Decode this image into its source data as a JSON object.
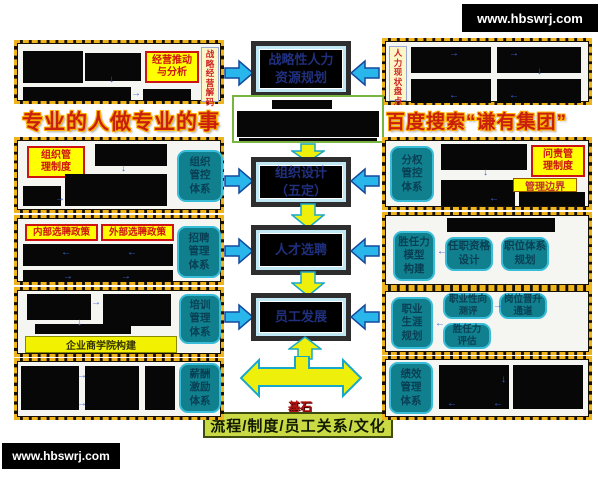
{
  "site": {
    "url": "www.hbswrj.com"
  },
  "slogans": {
    "left": "专业的人做专业的事",
    "right": "百度搜索“谦有集团”"
  },
  "flow": {
    "step1": "战略性人力\n资源规划",
    "step2": "组织设计\n（五定）",
    "step3": "人才选聘",
    "step4": "员工发展",
    "foundation_caption": "基石",
    "foundation_bar": "流程/制度/员工关系/文化"
  },
  "panels": {
    "strategy": {
      "badge": "经营推动\n与分析",
      "strip": "战\n略\n经\n营\n解\n码"
    },
    "hr_inventory": {
      "strip": "人\n力\n现\n状\n盘\n点"
    },
    "organization": {
      "badge": "组织管\n理制度",
      "pill": "组织\n管控\n体系"
    },
    "accountability": {
      "pill": "分权\n管控\n体系",
      "badge": "问责管\n理制度",
      "tag": "管理边界"
    },
    "recruiting": {
      "badge_internal": "内部选聘政策",
      "badge_external": "外部选聘政策",
      "pill": "招聘\n管理\n体系"
    },
    "qualification": {
      "pill_competency": "胜任力\n模型\n构建",
      "pill_qualification": "任职资格\n设计",
      "pill_position": "职位体系\n规划"
    },
    "training": {
      "pill": "培训\n管理\n体系",
      "bar": "企业商学院构建"
    },
    "career": {
      "pill_career": "职业\n生涯\n规划",
      "pill_aptitude": "职业性向\n测评",
      "pill_promotion": "岗位晋升\n通道",
      "pill_assessment": "胜任力\n评估"
    },
    "compensation": {
      "pill": "薪酬\n激励\n体系"
    },
    "performance": {
      "pill": "绩效\n管理\n体系"
    }
  },
  "colors": {
    "panel_border_gold": "#edb41e",
    "arrow_blue": "#29b6ea",
    "arrow_yellow": "#eef00c",
    "pill_teal": "#11808e",
    "badge_yellow": "#ffff00",
    "badge_red": "#cf1313",
    "foundation_green": "#c9da45",
    "wordart_red": "#c9200e"
  }
}
